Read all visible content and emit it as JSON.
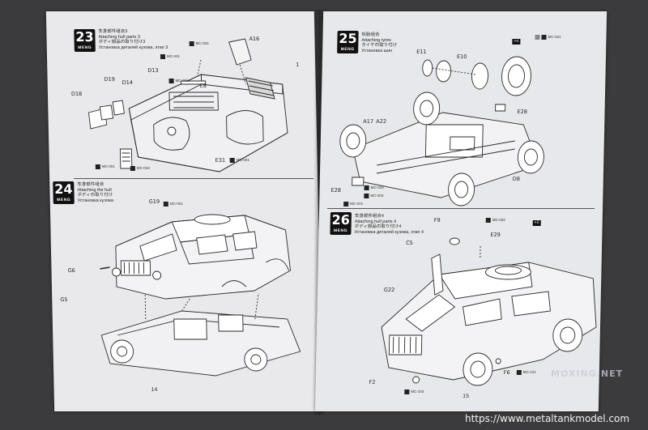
{
  "steps": {
    "s23": {
      "num": "23",
      "brand": "MENG",
      "zh": "车身部件组合3",
      "en": "Attaching hull parts 3",
      "jp": "ボディ部品の取り付け3",
      "ru": "Установка деталей кузова, этап 3"
    },
    "s24": {
      "num": "24",
      "brand": "MENG",
      "zh": "车身部件组合",
      "en": "Attaching the hull",
      "jp": "ボディの取り付け",
      "ru": "Установка кузова"
    },
    "s25": {
      "num": "25",
      "brand": "MENG",
      "zh": "轮胎组合",
      "en": "Attaching tyres",
      "jp": "タイヤの取り付け",
      "ru": "Установка шин"
    },
    "s26": {
      "num": "26",
      "brand": "MENG",
      "zh": "车身部件组合4",
      "en": "Attaching hull parts 4",
      "jp": "ボディ部品の取り付け4",
      "ru": "Установка деталей кузова, этап 4"
    }
  },
  "labels_left": {
    "a16": "A16",
    "d13": "D13",
    "d19": "D19",
    "d14": "D14",
    "d18": "D18",
    "e8": "E8",
    "e31": "E31",
    "g19": "G19",
    "g6": "G6",
    "g5": "G5",
    "one": "1"
  },
  "labels_right": {
    "e11": "E11",
    "e10": "E10",
    "e28a": "E28",
    "a17": "A17",
    "a22": "A22",
    "e28b": "E28",
    "d8": "D8",
    "f9": "F9",
    "e29": "E29",
    "c5": "C5",
    "g22": "G22",
    "f2": "F2",
    "f6": "F6"
  },
  "paint_codes": {
    "mc003": "MC-003",
    "mc001": "MC-001",
    "mc002": "MC-002",
    "mc103": "MC-103",
    "mc102": "MC-102",
    "mc101": "MC-101"
  },
  "multipliers": {
    "x4": "×4",
    "x2": "×2"
  },
  "page_numbers": {
    "left": "14",
    "right": "15"
  },
  "watermark": "MOXING.NET",
  "website": "https://www.metaltankmodel.com",
  "colors": {
    "paper": "#e9e9ec",
    "ink": "#1a1a1a",
    "background": "#3b3b3d",
    "badge": "#111111"
  }
}
